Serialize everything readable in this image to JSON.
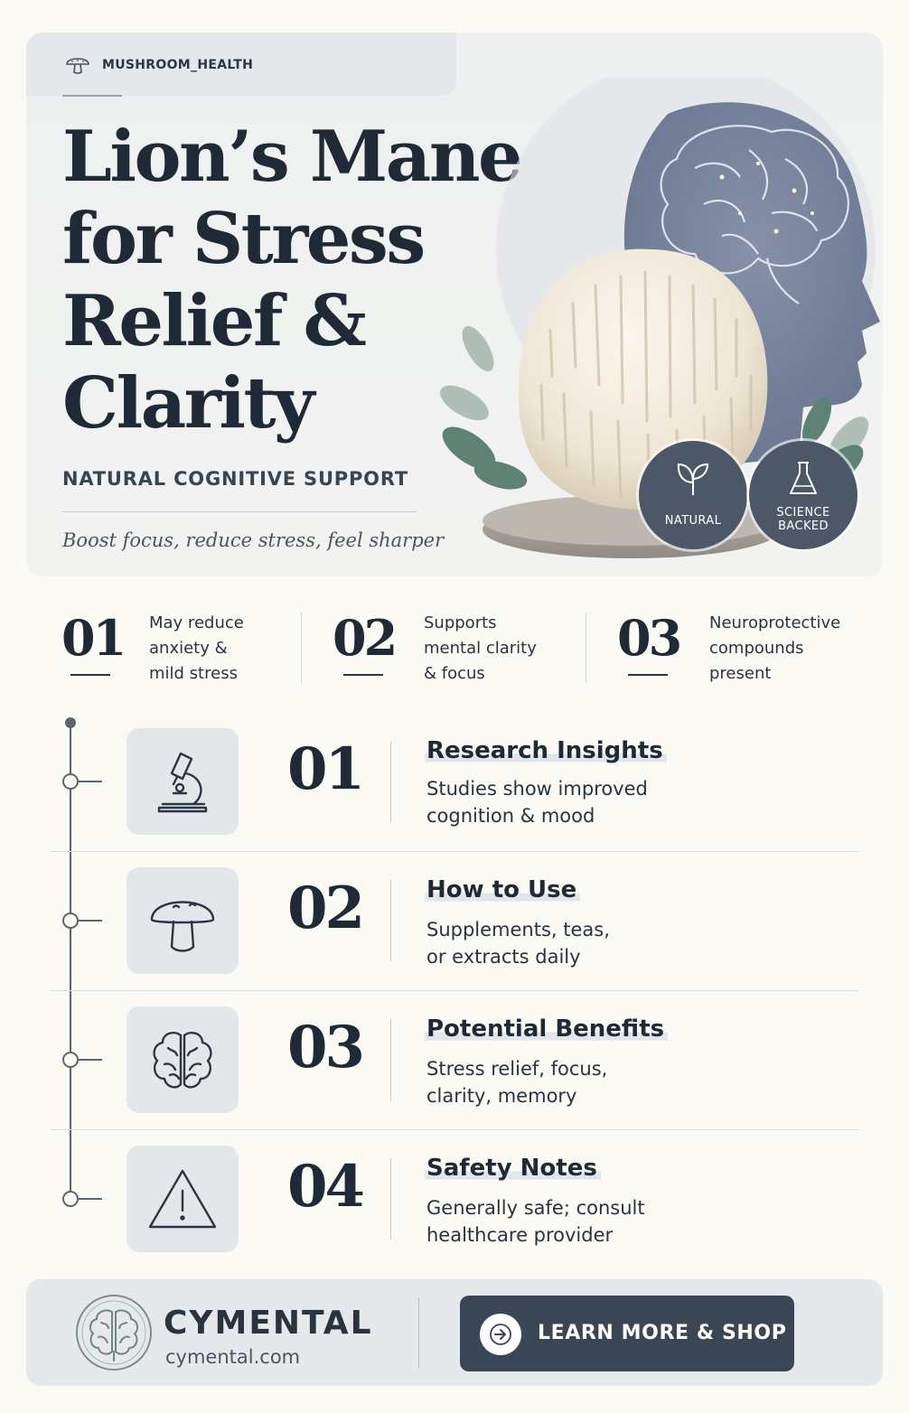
{
  "brand": {
    "label": "MUSHROOM_HEALTH",
    "icon": "mushroom-icon"
  },
  "hero": {
    "title": "Lion’s Mane for Stress Relief & Clarity",
    "subtitle": "NATURAL COGNITIVE SUPPORT",
    "tagline": "Boost focus, reduce stress, feel sharper",
    "badges": [
      {
        "label": "NATURAL",
        "icon": "leaf-icon"
      },
      {
        "label_line1": "SCIENCE",
        "label_line2": "BACKED",
        "icon": "flask-icon"
      }
    ]
  },
  "stats": [
    {
      "number": "01",
      "line1": "May reduce",
      "line2": "anxiety &",
      "line3": "mild stress"
    },
    {
      "number": "02",
      "line1": "Supports",
      "line2": "mental clarity",
      "line3": "& focus"
    },
    {
      "number": "03",
      "line1": "Neuroprotective",
      "line2": "compounds",
      "line3": "present"
    }
  ],
  "steps": [
    {
      "number": "01",
      "title": "Research Insights",
      "line1": "Studies show improved",
      "line2": "cognition & mood",
      "icon": "microscope-icon"
    },
    {
      "number": "02",
      "title": "How to Use",
      "line1": "Supplements, teas,",
      "line2": "or extracts daily",
      "icon": "mushroom-icon"
    },
    {
      "number": "03",
      "title": "Potential Benefits",
      "line1": "Stress relief, focus,",
      "line2": "clarity, memory",
      "icon": "brain-icon"
    },
    {
      "number": "04",
      "title": "Safety Notes",
      "line1": "Generally safe; consult",
      "line2": "healthcare provider",
      "icon": "warning-icon"
    }
  ],
  "footer": {
    "name": "CYMENTAL",
    "url": "cymental.com",
    "cta": "LEARN MORE & SHOP"
  },
  "colors": {
    "background": "#fbfaf5",
    "ink": "#1f2a36",
    "slate": "#4c5868",
    "cta": "#3a4656"
  }
}
